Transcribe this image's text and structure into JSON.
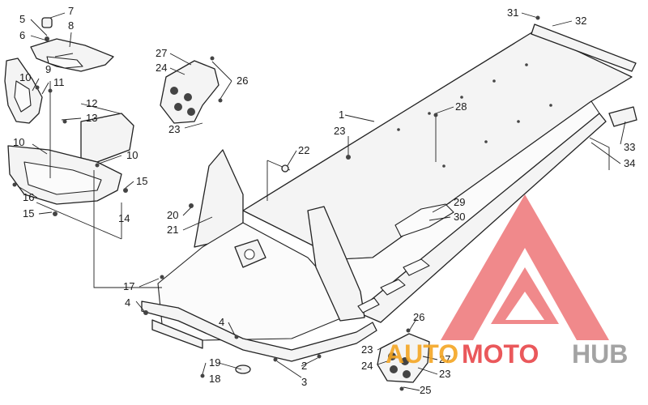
{
  "diagram": {
    "callouts": [
      {
        "id": "c1",
        "text": "1"
      },
      {
        "id": "c2",
        "text": "2"
      },
      {
        "id": "c3",
        "text": "3"
      },
      {
        "id": "c4a",
        "text": "4"
      },
      {
        "id": "c4b",
        "text": "4"
      },
      {
        "id": "c5",
        "text": "5"
      },
      {
        "id": "c6",
        "text": "6"
      },
      {
        "id": "c7",
        "text": "7"
      },
      {
        "id": "c8",
        "text": "8"
      },
      {
        "id": "c9",
        "text": "9"
      },
      {
        "id": "c10a",
        "text": "10"
      },
      {
        "id": "c10b",
        "text": "10"
      },
      {
        "id": "c10c",
        "text": "10"
      },
      {
        "id": "c11",
        "text": "11"
      },
      {
        "id": "c12",
        "text": "12"
      },
      {
        "id": "c13",
        "text": "13"
      },
      {
        "id": "c14",
        "text": "14"
      },
      {
        "id": "c15a",
        "text": "15"
      },
      {
        "id": "c15b",
        "text": "15"
      },
      {
        "id": "c16",
        "text": "16"
      },
      {
        "id": "c17",
        "text": "17"
      },
      {
        "id": "c18",
        "text": "18"
      },
      {
        "id": "c19",
        "text": "19"
      },
      {
        "id": "c20",
        "text": "20"
      },
      {
        "id": "c21",
        "text": "21"
      },
      {
        "id": "c22",
        "text": "22"
      },
      {
        "id": "c23a",
        "text": "23"
      },
      {
        "id": "c23b",
        "text": "23"
      },
      {
        "id": "c23c",
        "text": "23"
      },
      {
        "id": "c23d",
        "text": "23"
      },
      {
        "id": "c24a",
        "text": "24"
      },
      {
        "id": "c24b",
        "text": "24"
      },
      {
        "id": "c25",
        "text": "25"
      },
      {
        "id": "c26a",
        "text": "26"
      },
      {
        "id": "c26b",
        "text": "26"
      },
      {
        "id": "c27a",
        "text": "27"
      },
      {
        "id": "c27b",
        "text": "27"
      },
      {
        "id": "c28",
        "text": "28"
      },
      {
        "id": "c29",
        "text": "29"
      },
      {
        "id": "c30",
        "text": "30"
      },
      {
        "id": "c31",
        "text": "31"
      },
      {
        "id": "c32",
        "text": "32"
      },
      {
        "id": "c33",
        "text": "33"
      },
      {
        "id": "c34",
        "text": "34"
      }
    ]
  },
  "watermark": {
    "word_part1": "AUTO",
    "word_part2": "MOTO",
    "word_part3": "HUB",
    "color_red": "#e8464a",
    "color_orange": "#f5a623",
    "color_gray": "#9a9a9a"
  }
}
